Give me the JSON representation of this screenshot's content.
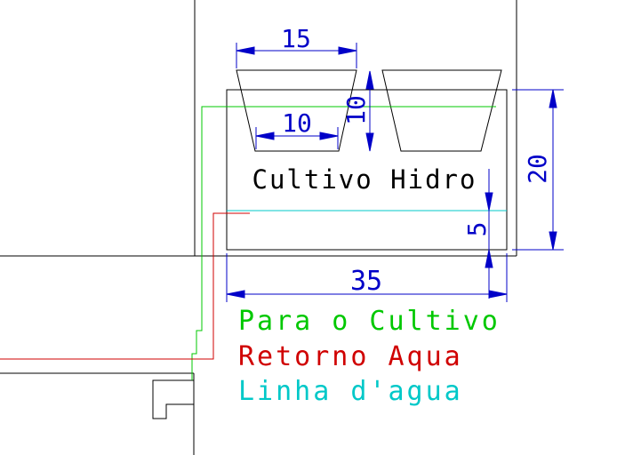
{
  "dimensions": {
    "top_width": "15",
    "bottom_width": "10",
    "pot_height": "10",
    "tank_height": "20",
    "water_depth": "5",
    "tank_width": "35"
  },
  "labels": {
    "tank": "Cultivo Hidro"
  },
  "legend": [
    {
      "text": "Para o Cultivo",
      "color": "#00c800",
      "line": "supply-line"
    },
    {
      "text": "Retorno Aqua",
      "color": "#d00000",
      "line": "return-line"
    },
    {
      "text": "Linha d'agua",
      "color": "#00c8c8",
      "line": "water-line"
    }
  ],
  "colors": {
    "outline": "#000000",
    "dimension": "#0000c8",
    "background": "#ffffff"
  }
}
